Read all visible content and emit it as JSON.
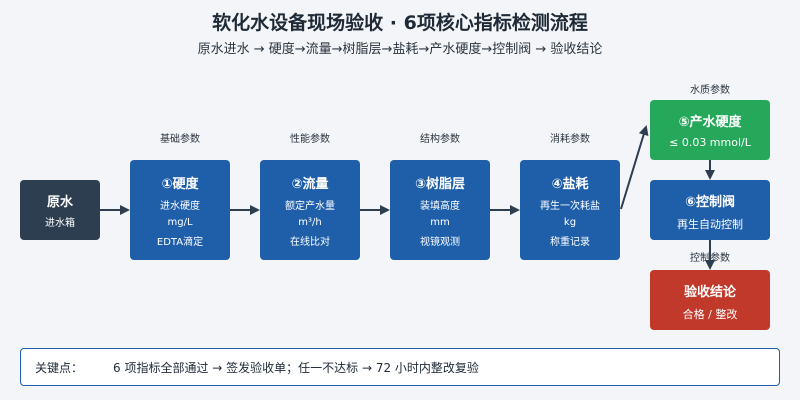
{
  "title": "软化水设备现场验收 · 6项核心指标检测流程",
  "subtitle": "原水进水 → 硬度→流量→树脂层→盐耗→产水硬度→控制阀 → 验收结论",
  "categories": {
    "basic": "基础参数",
    "performance": "性能参数",
    "structure": "结构参数",
    "consumption": "消耗参数",
    "water_quality": "水质参数",
    "control": "控制参数"
  },
  "nodes": {
    "raw": {
      "title": "原水",
      "lines": [
        "进水箱"
      ]
    },
    "hardness": {
      "title": "①硬度",
      "lines": [
        "进水硬度",
        "mg/L",
        "EDTA滴定"
      ]
    },
    "flow": {
      "title": "②流量",
      "lines": [
        "额定产水量",
        "m³/h",
        "在线比对"
      ]
    },
    "resin": {
      "title": "③树脂层",
      "lines": [
        "装填高度",
        "mm",
        "视镜观测"
      ]
    },
    "salt": {
      "title": "④盐耗",
      "lines": [
        "再生一次耗盐",
        "kg",
        "称重记录"
      ]
    },
    "product": {
      "title": "⑤产水硬度",
      "lines": [
        "≤ 0.03 mmol/L"
      ]
    },
    "valve": {
      "title": "⑥控制阀",
      "lines": [
        "再生自动控制"
      ]
    },
    "result": {
      "title": "验收结论",
      "lines": [
        "合格 / 整改"
      ]
    }
  },
  "note": {
    "label": "关键点：",
    "text": "6 项指标全部通过 → 签发验收单；任一不达标 → 72 小时内整改复验"
  },
  "colors": {
    "blue": "#1f5faa",
    "dark": "#2c3e50",
    "green": "#26a85a",
    "red": "#c0392b",
    "arrow": "#2c3e50"
  }
}
